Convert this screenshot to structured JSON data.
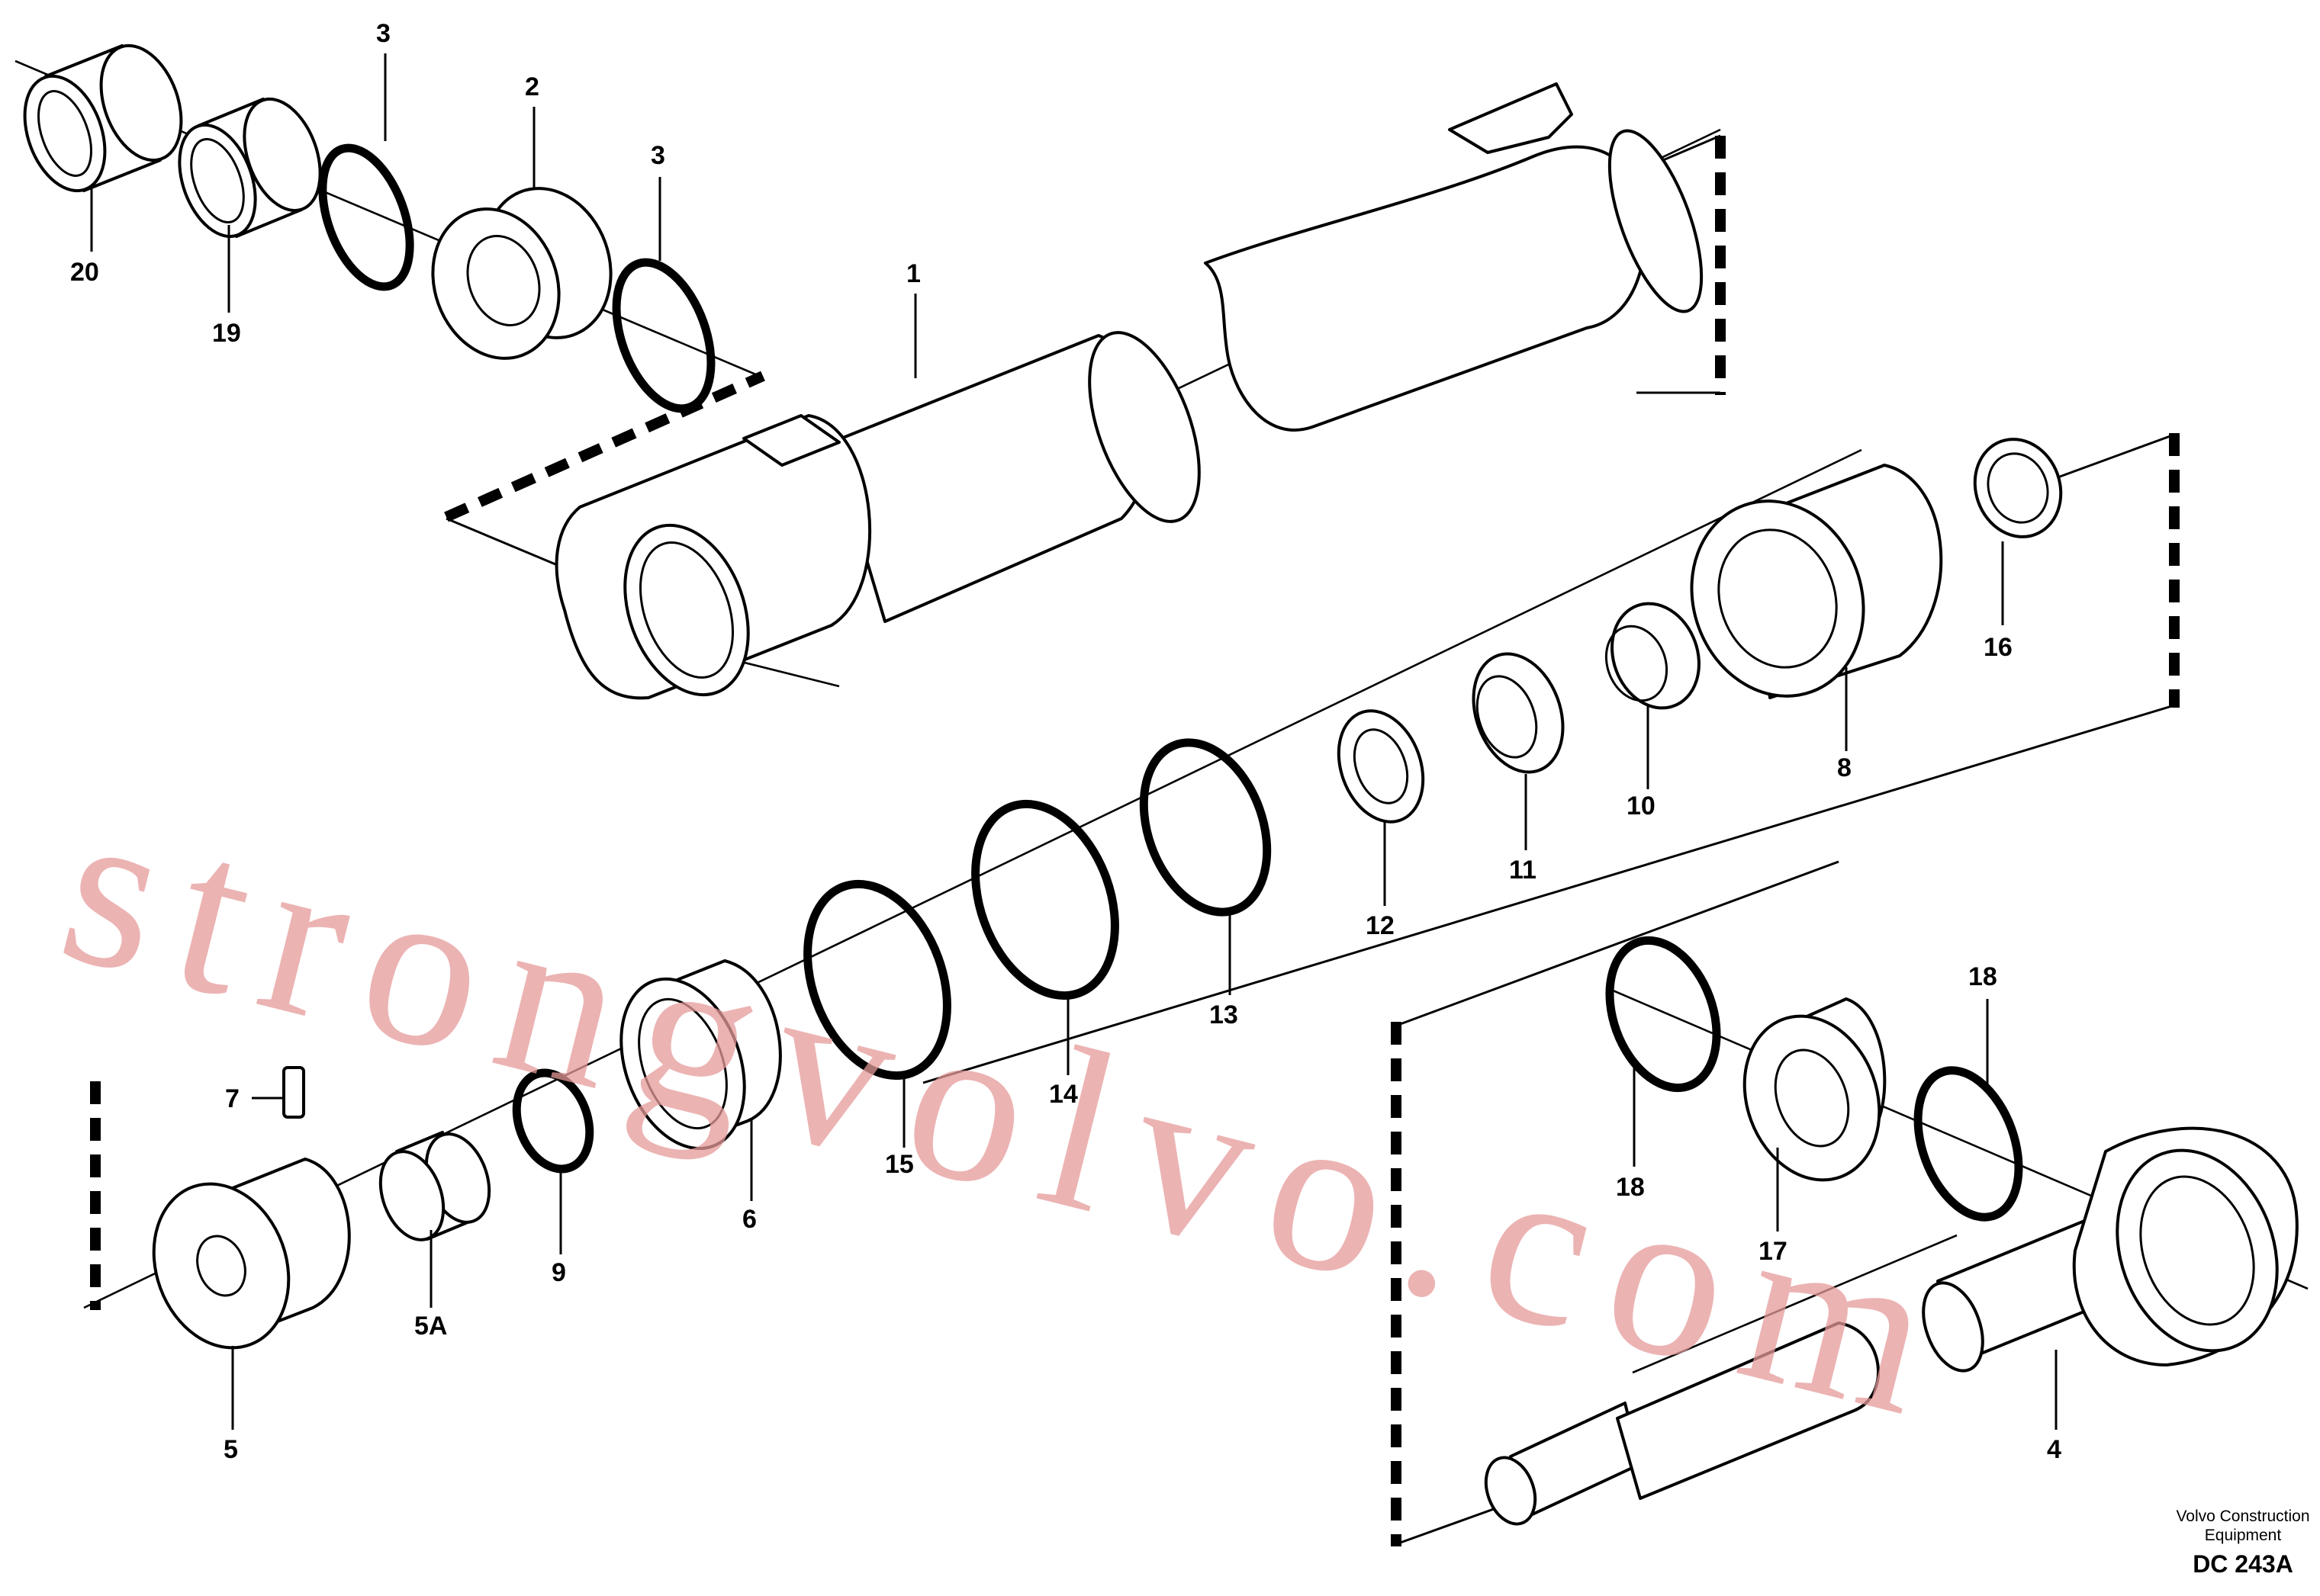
{
  "callouts": {
    "p1": "1",
    "p2": "2",
    "p3a": "3",
    "p3b": "3",
    "p4": "4",
    "p5": "5",
    "p5a": "5A",
    "p6": "6",
    "p7": "7",
    "p8": "8",
    "p9": "9",
    "p10": "10",
    "p11": "11",
    "p12": "12",
    "p13": "13",
    "p14": "14",
    "p15": "15",
    "p16": "16",
    "p17": "17",
    "p18a": "18",
    "p18b": "18",
    "p19": "19",
    "p20": "20"
  },
  "footer": {
    "company_line1": "Volvo Construction",
    "company_line2": "Equipment",
    "drawing_code": "DC 243A"
  },
  "watermark": "strongvolvo.com"
}
